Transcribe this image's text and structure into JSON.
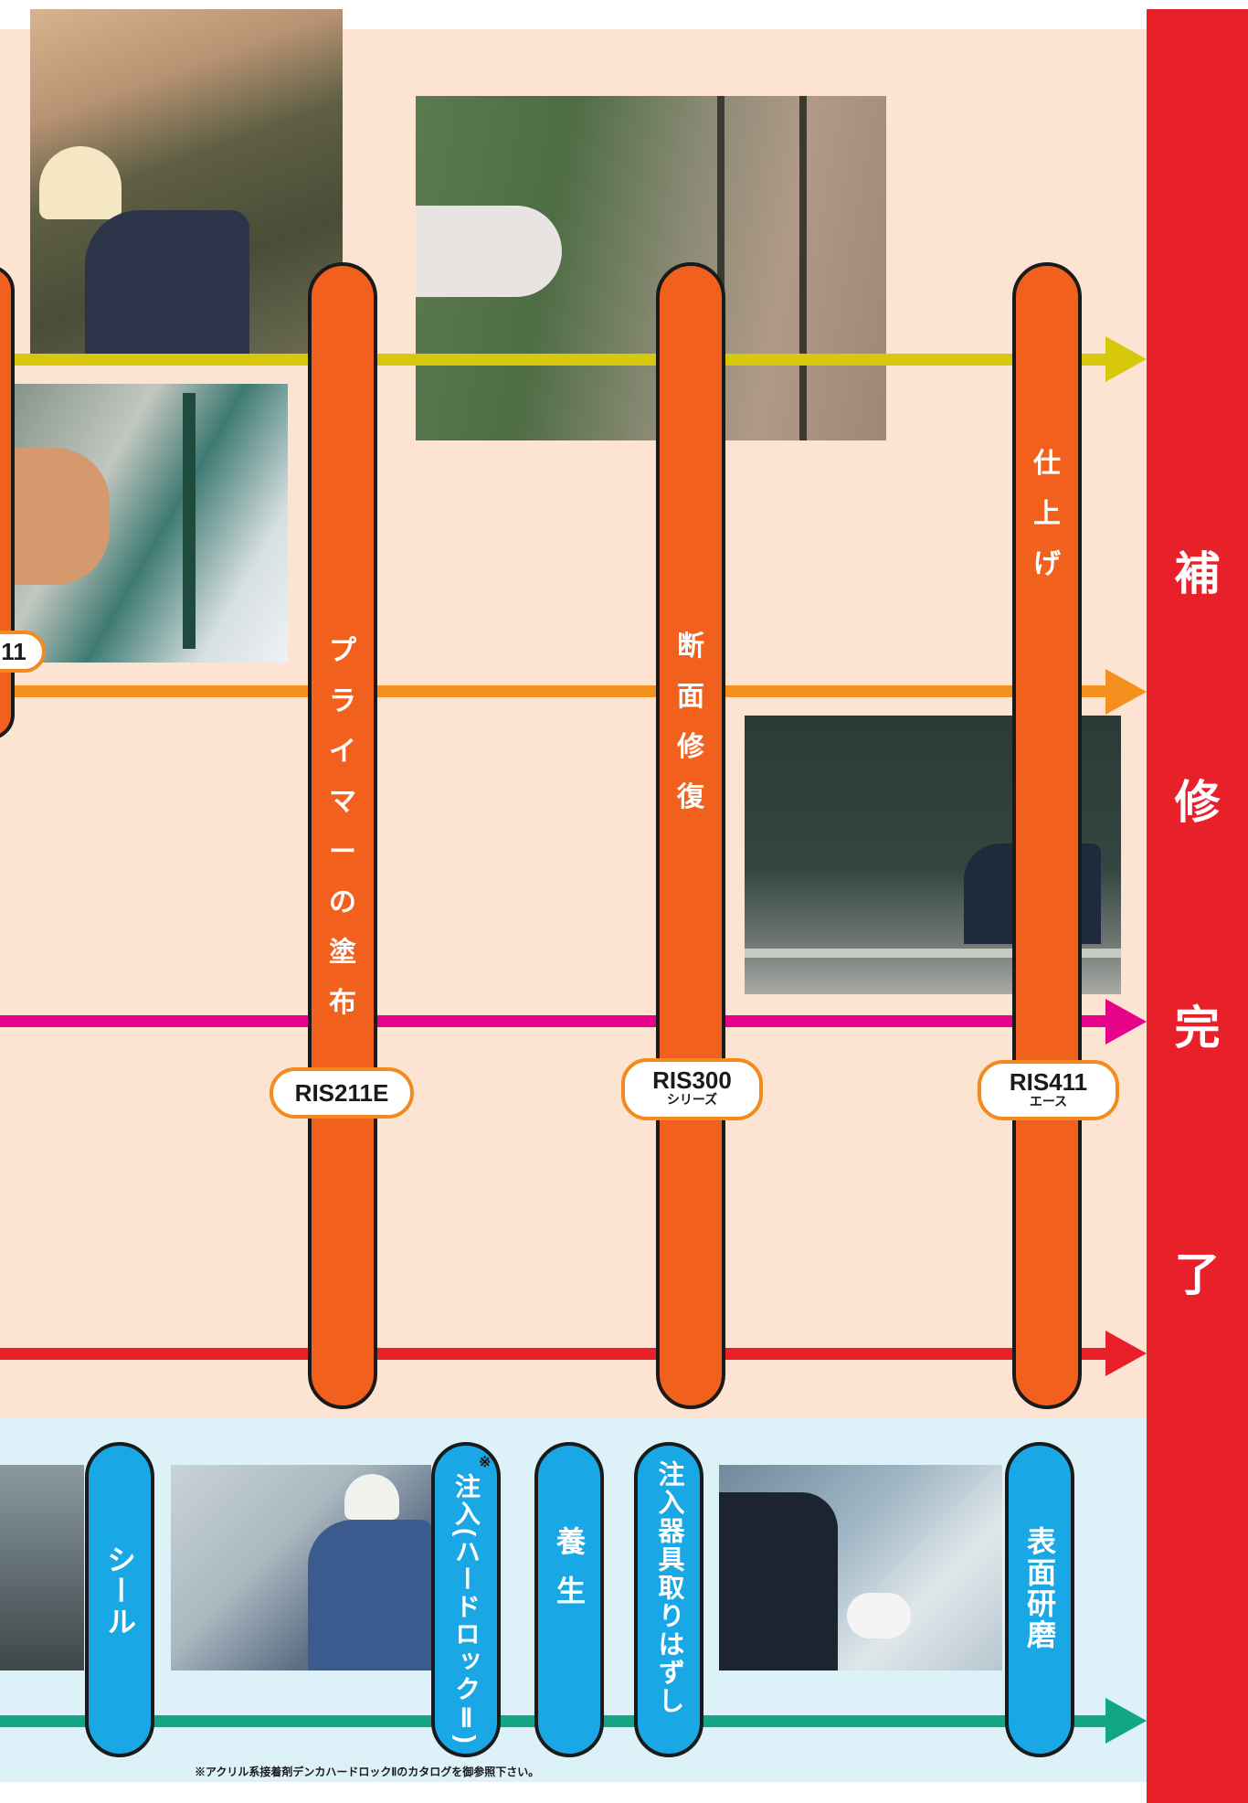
{
  "red_band": {
    "chars": [
      "補",
      "修",
      "完",
      "了"
    ],
    "color": "#e8202a"
  },
  "upper": {
    "edge_badge": "11",
    "steps": [
      {
        "id": "primer",
        "chars": [
          "プ",
          "ラ",
          "イ",
          "マ",
          "ー",
          "の",
          "塗",
          "布"
        ],
        "product": "RIS211E",
        "product_sub": ""
      },
      {
        "id": "section",
        "chars": [
          "断",
          "面",
          "修",
          "復"
        ],
        "product": "RIS300",
        "product_sub": "シリーズ"
      },
      {
        "id": "finish",
        "chars": [
          "仕",
          "上",
          "げ"
        ],
        "product": "RIS411",
        "product_sub": "エース"
      }
    ],
    "line_colors": [
      "#d8c80c",
      "#f5901e",
      "#e6038a",
      "#e8202a"
    ],
    "step_color": "#f2601d"
  },
  "lower": {
    "steps": [
      "シール",
      "注入(ハードロックⅡ)",
      "養生",
      "注入器具取りはずし",
      "表面研磨"
    ],
    "note_mark": "※",
    "line_color": "#12a586",
    "pill_color": "#19a7e5"
  },
  "footnote": "※アクリル系接着剤デンカハードロックⅡのカタログを御参照下さい。"
}
